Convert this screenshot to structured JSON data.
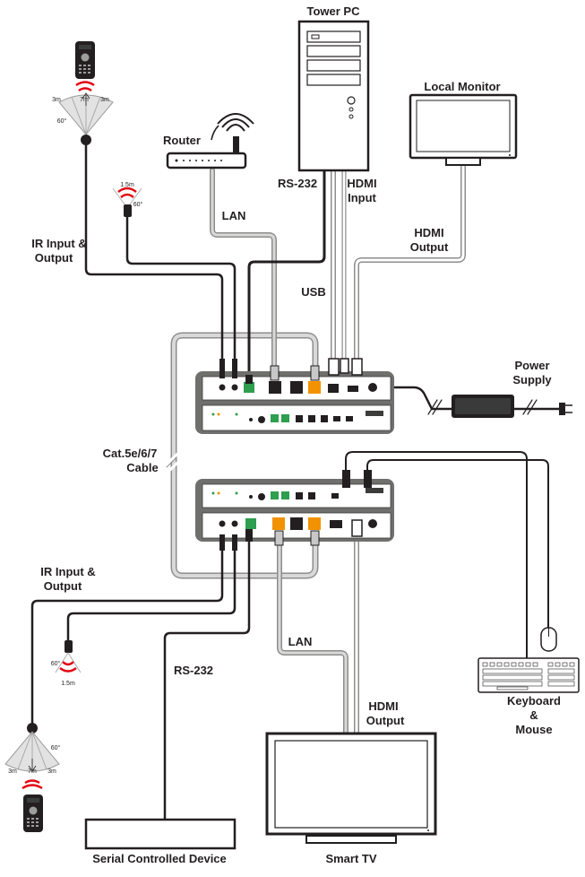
{
  "devices": {
    "tower_pc": "Tower PC",
    "local_monitor": "Local Monitor",
    "router": "Router",
    "power_supply": [
      "Power",
      "Supply"
    ],
    "keyboard_mouse": [
      "Keyboard",
      "&",
      "Mouse"
    ],
    "smart_tv": "Smart TV",
    "serial_device": "Serial Controlled Device"
  },
  "connections": {
    "rs232_top": "RS-232",
    "hdmi_input": [
      "HDMI",
      "Input"
    ],
    "hdmi_output_top": [
      "HDMI",
      "Output"
    ],
    "lan_top": "LAN",
    "usb": "USB",
    "ir_top": [
      "IR Input &",
      "Output"
    ],
    "cable": [
      "Cat.5e/6/7",
      "Cable"
    ],
    "ir_bottom": [
      "IR Input &",
      "Output"
    ],
    "rs232_bottom": "RS-232",
    "lan_bottom": "LAN",
    "hdmi_output_bottom": [
      "HDMI",
      "Output"
    ]
  },
  "ir_specs": {
    "left_angle_top": "3m",
    "center_top": "7m",
    "right_top": "3m",
    "angle_top": "60°",
    "eye_top_dist": "1.5m",
    "eye_top_angle": "60°",
    "eye_bottom_angle": "60°",
    "eye_bottom_dist": "1.5m",
    "angle_bottom": "60°",
    "left_bottom": "3m",
    "center_bottom": "7m",
    "right_bottom": "3m"
  },
  "colors": {
    "cable_dark": "#231f20",
    "cable_gray": "#9d9d9c",
    "cable_light": "#c8c8c8",
    "box_frame": "#6f6f6e",
    "ir_red": "#e30613",
    "sector_fill": "#e2e2e2"
  }
}
